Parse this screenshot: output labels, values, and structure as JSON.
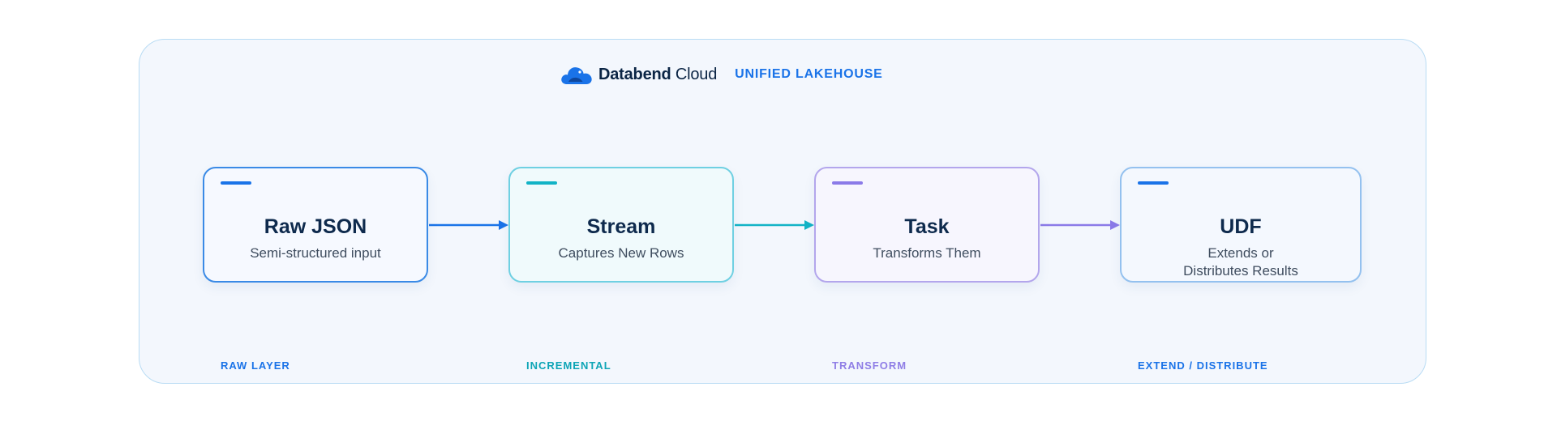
{
  "header": {
    "brand_bold": "Databend",
    "brand_light": "Cloud",
    "tagline": "UNIFIED LAKEHOUSE",
    "logo_icon": "cloud-icon"
  },
  "nodes": [
    {
      "kicker": "RAW LAYER",
      "title": "Raw JSON",
      "subtitle": "Semi-structured input",
      "accent": "#1a73e8"
    },
    {
      "kicker": "INCREMENTAL",
      "title": "Stream",
      "subtitle": "Captures New Rows",
      "accent": "#12b3c6"
    },
    {
      "kicker": "TRANSFORM",
      "title": "Task",
      "subtitle": "Transforms Them",
      "accent": "#8b7ae8"
    },
    {
      "kicker": "EXTEND / DISTRIBUTE",
      "title": "UDF",
      "subtitle": "Extends or\nDistributes Results",
      "accent": "#1a73e8"
    }
  ],
  "colors": {
    "panel_bg": "#f3f7fd",
    "panel_border": "#b9dcf4",
    "title_text": "#0e2a4d",
    "arrow_1": "#1a73e8",
    "arrow_2": "#12b3c6",
    "arrow_3": "#8b7ae8"
  }
}
